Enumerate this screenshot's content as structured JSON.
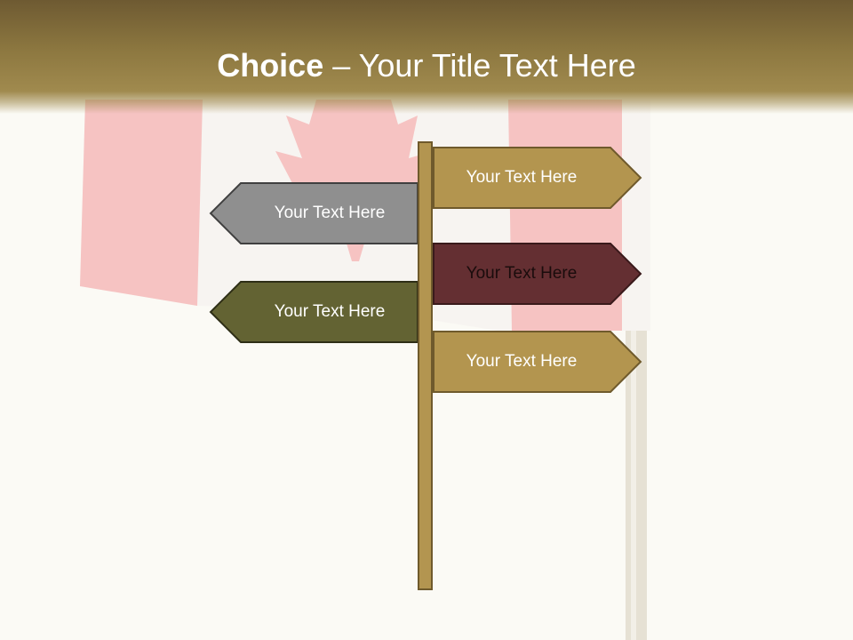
{
  "slide": {
    "title_bold": "Choice",
    "title_rest": " – Your Title Text Here"
  },
  "signs": [
    {
      "label": "Your Text Here",
      "direction": "right",
      "fill": "#b3954f",
      "text_color": "#ffffff"
    },
    {
      "label": "Your Text Here",
      "direction": "left",
      "fill": "#8f8f8f",
      "text_color": "#ffffff"
    },
    {
      "label": "Your Text Here",
      "direction": "right",
      "fill": "#642f32",
      "text_color": "#1a0c0c"
    },
    {
      "label": "Your Text Here",
      "direction": "left",
      "fill": "#636333",
      "text_color": "#ffffff"
    },
    {
      "label": "Your Text Here",
      "direction": "right",
      "fill": "#b3954f",
      "text_color": "#ffffff"
    }
  ],
  "colors": {
    "title_band": "#8d7840",
    "post": "#b39550",
    "outline": "#5b4a28",
    "background": "#fbfaf5",
    "flag_red": "#f6c4c3"
  }
}
